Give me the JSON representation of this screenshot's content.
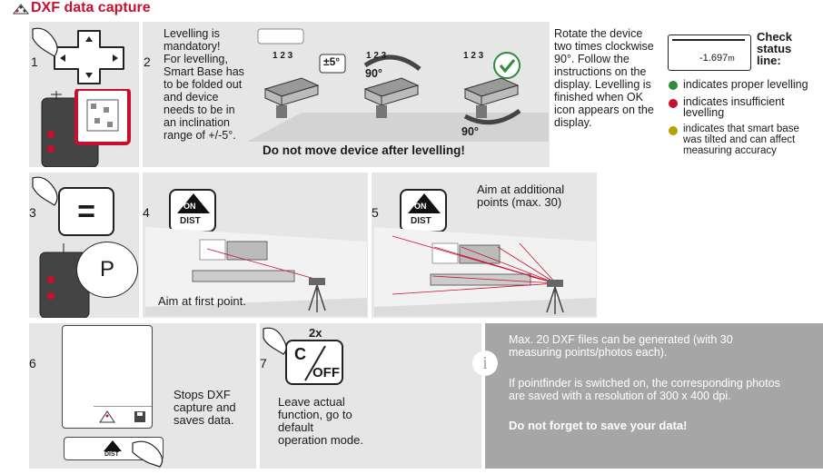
{
  "header": {
    "title": "DXF data capture"
  },
  "row1": {
    "step1_num": "1",
    "step2_num": "2",
    "levelling_text": "Levelling is mandatory!\nFor levelling, Smart Base has to be folded out and device needs to be in an inclination range of +/-5°.",
    "tilt_label": "±5°",
    "angle_label_1": "90°",
    "angle_label_2": "90°",
    "warning": "Do not move device after levelling!",
    "rotate_text": "Rotate the device two times clockwise 90°. Follow the instructions on the display. Levelling is finished when OK icon appears on the display.",
    "screen_value": "-1.697",
    "screen_unit": "m",
    "check_title": "Check status line:",
    "status_items": [
      {
        "text": "indicates proper levelling",
        "color": "#2e8b3c"
      },
      {
        "text": "indicates insufficient levelling",
        "color": "#c8102e"
      },
      {
        "text": "indicates that smart base was tilted and can affect measuring accuracy",
        "color": "#b8a000"
      }
    ],
    "step_indicators": [
      "1 2 3",
      "1 2 3",
      "1 2 3"
    ]
  },
  "row2": {
    "step3_num": "3",
    "step4_num": "4",
    "step5_num": "5",
    "equals_key": "=",
    "p_bubble": "P",
    "on_label": "ON",
    "dist_label": "DIST",
    "aim_first": "Aim at first point.",
    "aim_additional": "Aim at additional points (max. 30)"
  },
  "row3": {
    "step6_num": "6",
    "step7_num": "7",
    "stops_text": "Stops DXF capture and saves data.",
    "count_label": "2x",
    "c_label": "C",
    "off_label": "OFF",
    "leave_text": "Leave actual function, go to default operation mode.",
    "info_icon": "i",
    "info_p1": "Max. 20 DXF files can be generated (with 30 measuring points/photos each).",
    "info_p2": "If pointfinder is switched on, the corresponding photos are saved with a resolution of 300 x 400 dpi.",
    "info_p3": "Do not forget to save your data!"
  }
}
